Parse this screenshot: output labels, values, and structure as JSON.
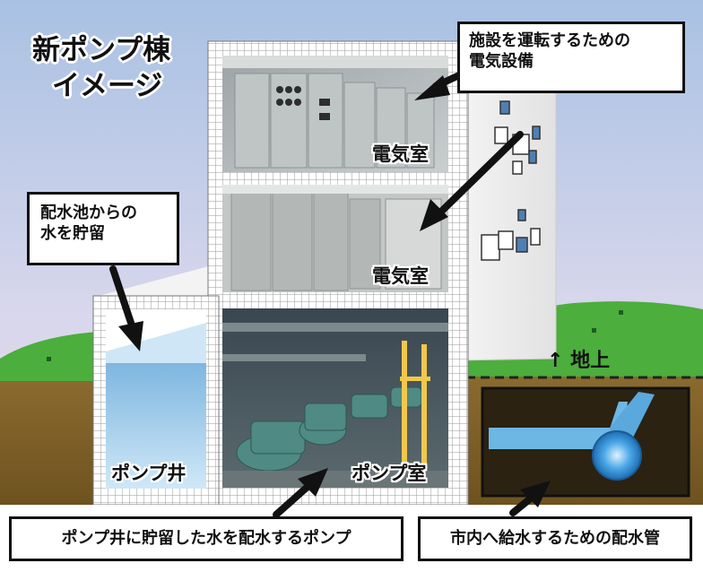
{
  "title": {
    "line1": "新ポンプ棟",
    "line2": "イメージ"
  },
  "callouts": {
    "electrical_equipment": {
      "line1": "施設を運転するための",
      "line2": "電気設備"
    },
    "reservoir": {
      "line1": "配水池からの",
      "line2": "水を貯留"
    },
    "pumps": "ポンプ井に貯留した水を配水するポンプ",
    "distribution_pipe": "市内へ給水するための配水管"
  },
  "rooms": {
    "electrical_upper": "電気室",
    "electrical_lower": "電気室",
    "pump_well": "ポンプ井",
    "pump_room": "ポンプ室"
  },
  "ground": {
    "arrow": "↑",
    "label": "地上"
  },
  "colors": {
    "sky_top": "#a9c1e3",
    "sky_bottom": "#e9d9ea",
    "grass": "#4cae3c",
    "soil": "#8a6a2e",
    "grid_line": "#9a9a9a",
    "water": "#a8d4f0",
    "pipe": "#6db7e5"
  }
}
